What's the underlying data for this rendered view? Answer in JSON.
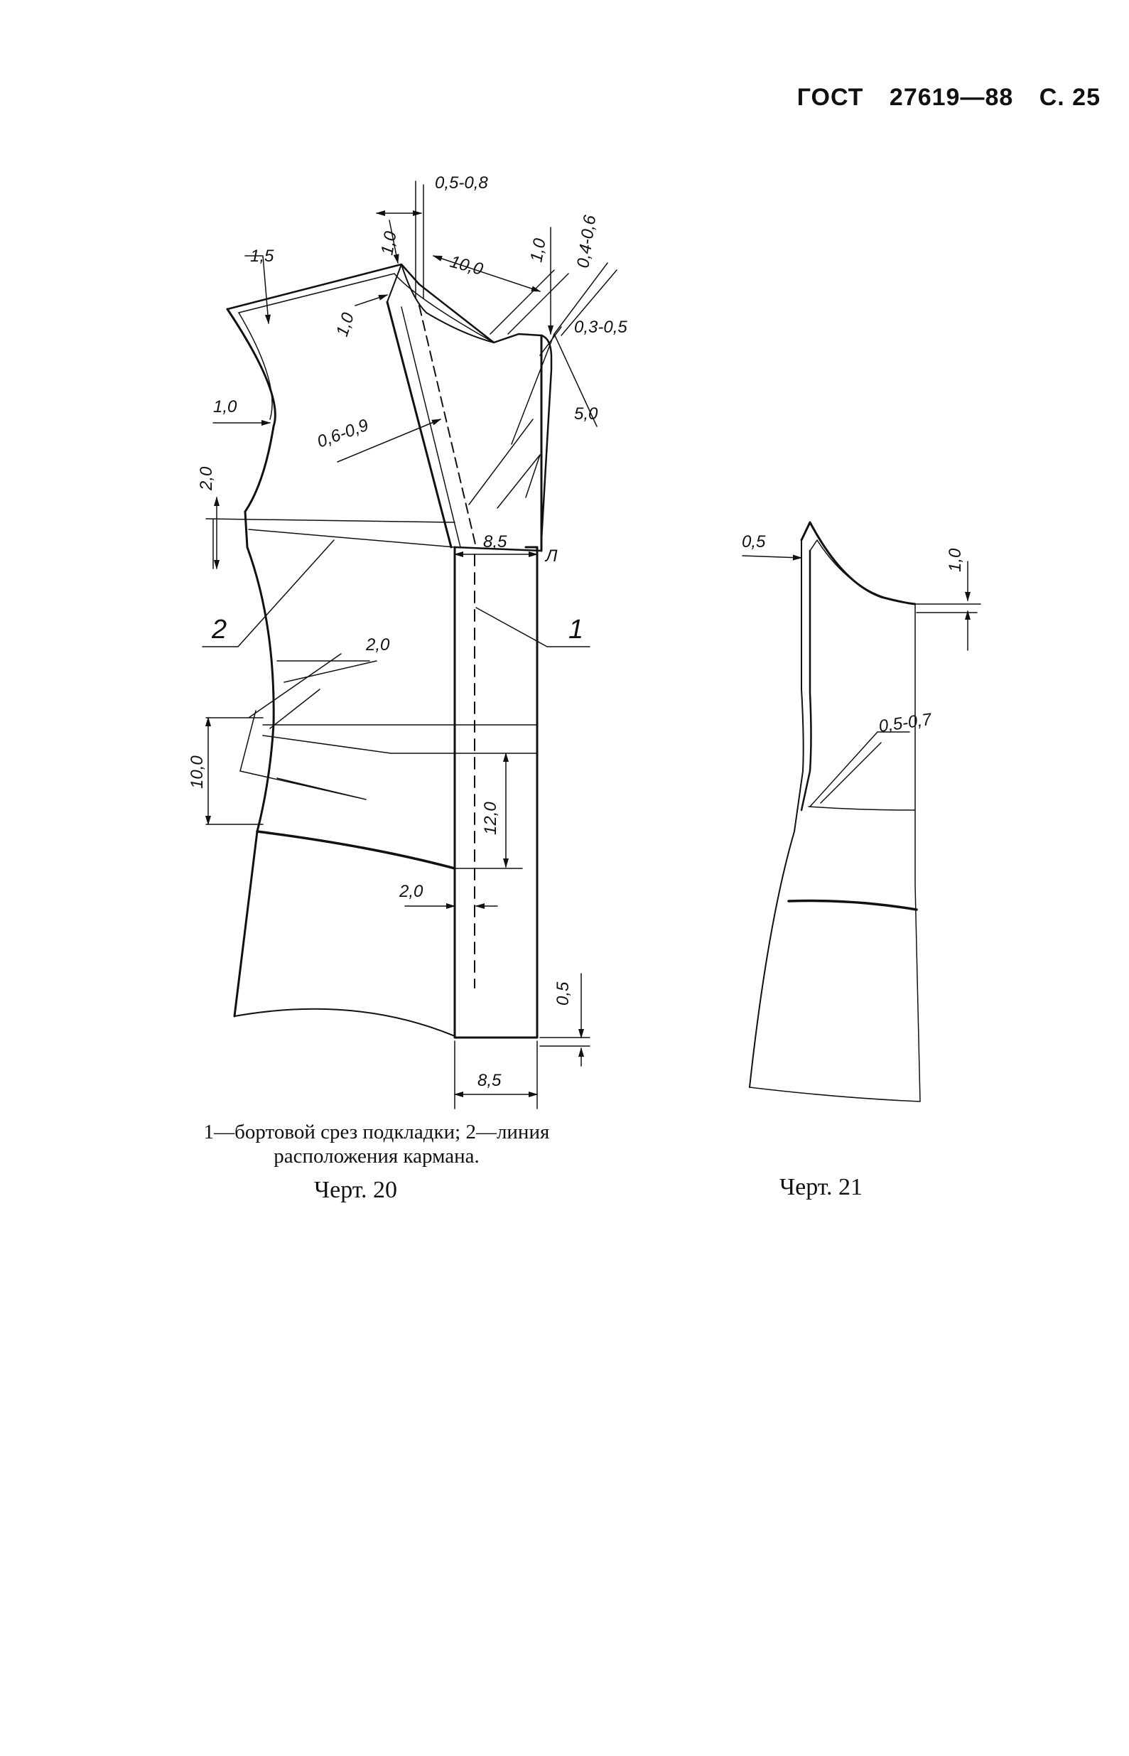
{
  "header": {
    "standard": "ГОСТ",
    "number": "27619—88",
    "page": "С. 25"
  },
  "figure20": {
    "dims": {
      "d_0_5_0_8": "0,5-0,8",
      "d_1_5": "1,5",
      "d_1_0_a": "1,0",
      "d_10_0_top": "10,0",
      "d_1_0_b": "1,0",
      "d_0_4_0_6": "0,4-0,6",
      "d_1_0_c": "1,0",
      "d_0_3_0_5": "0,3-0,5",
      "d_1_0_d": "1,0",
      "d_0_6_0_9": "0,6-0,9",
      "d_5_0": "5,0",
      "d_2_0_left": "2,0",
      "d_8_5_top": "8,5",
      "d_L": "Л",
      "d_2_0_pocket": "2,0",
      "d_10_0_side": "10,0",
      "d_12_0": "12,0",
      "d_2_0_bottom": "2,0",
      "d_0_5": "0,5",
      "d_8_5_bottom": "8,5"
    },
    "label_1": "1",
    "label_2": "2",
    "caption_line1": "1—бортовой срез подкладки; 2—линия",
    "caption_line2": "расположения кармана.",
    "title": "Черт. 20"
  },
  "figure21": {
    "dims": {
      "d_0_5": "0,5",
      "d_1_0": "1,0",
      "d_0_5_0_7": "0,5-0,7"
    },
    "title": "Черт. 21"
  }
}
